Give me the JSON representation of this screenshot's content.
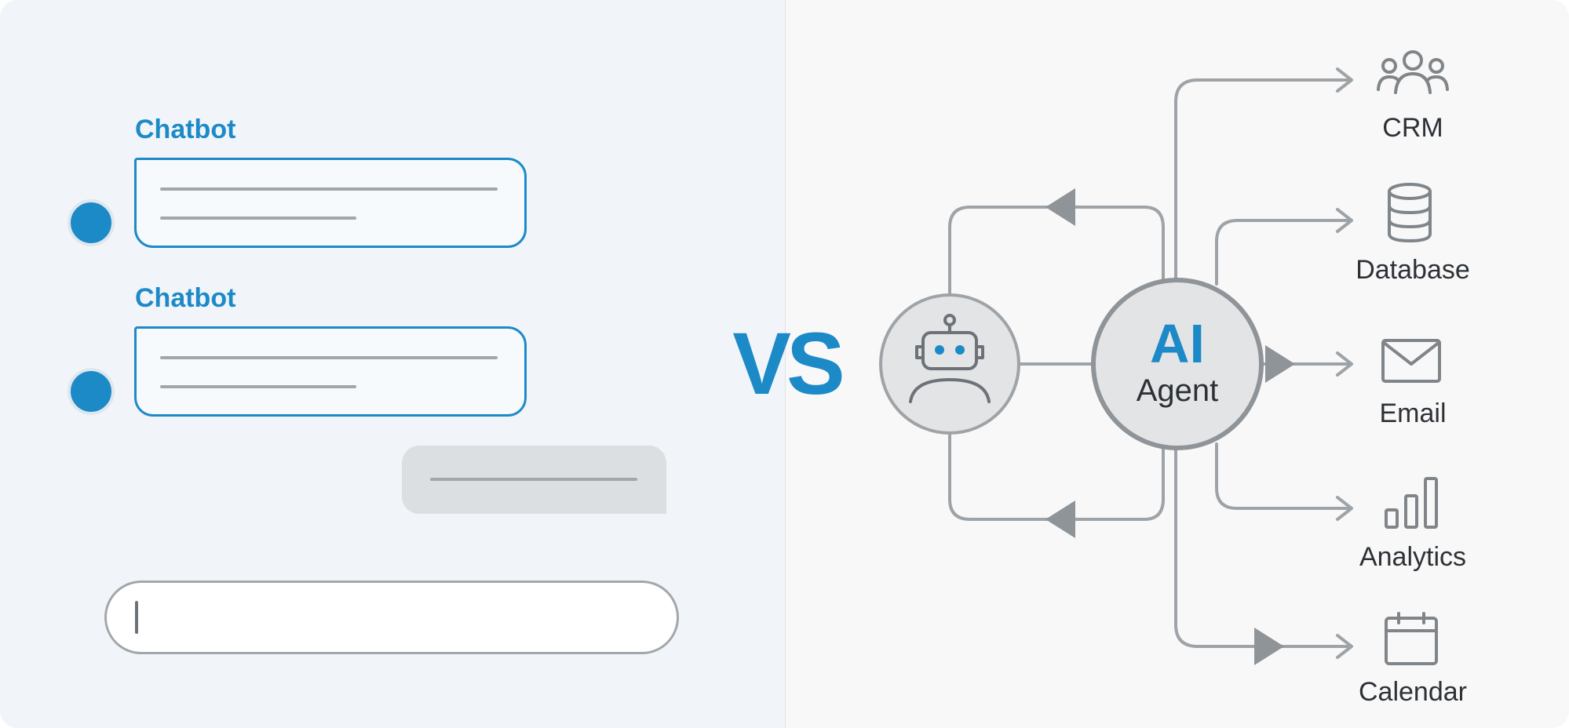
{
  "chatbot": {
    "messages": [
      {
        "sender_label": "Chatbot"
      },
      {
        "sender_label": "Chatbot"
      }
    ]
  },
  "comparison": {
    "vs_text": "VS"
  },
  "agent": {
    "title": "AI",
    "subtitle": "Agent"
  },
  "tools": [
    {
      "label": "CRM",
      "icon": "users-icon"
    },
    {
      "label": "Database",
      "icon": "database-icon"
    },
    {
      "label": "Email",
      "icon": "envelope-icon"
    },
    {
      "label": "Analytics",
      "icon": "bar-chart-icon"
    },
    {
      "label": "Calendar",
      "icon": "calendar-icon"
    }
  ],
  "colors": {
    "accent": "#1d8ac8",
    "line": "#9ea3a8",
    "text": "#2d3136"
  }
}
